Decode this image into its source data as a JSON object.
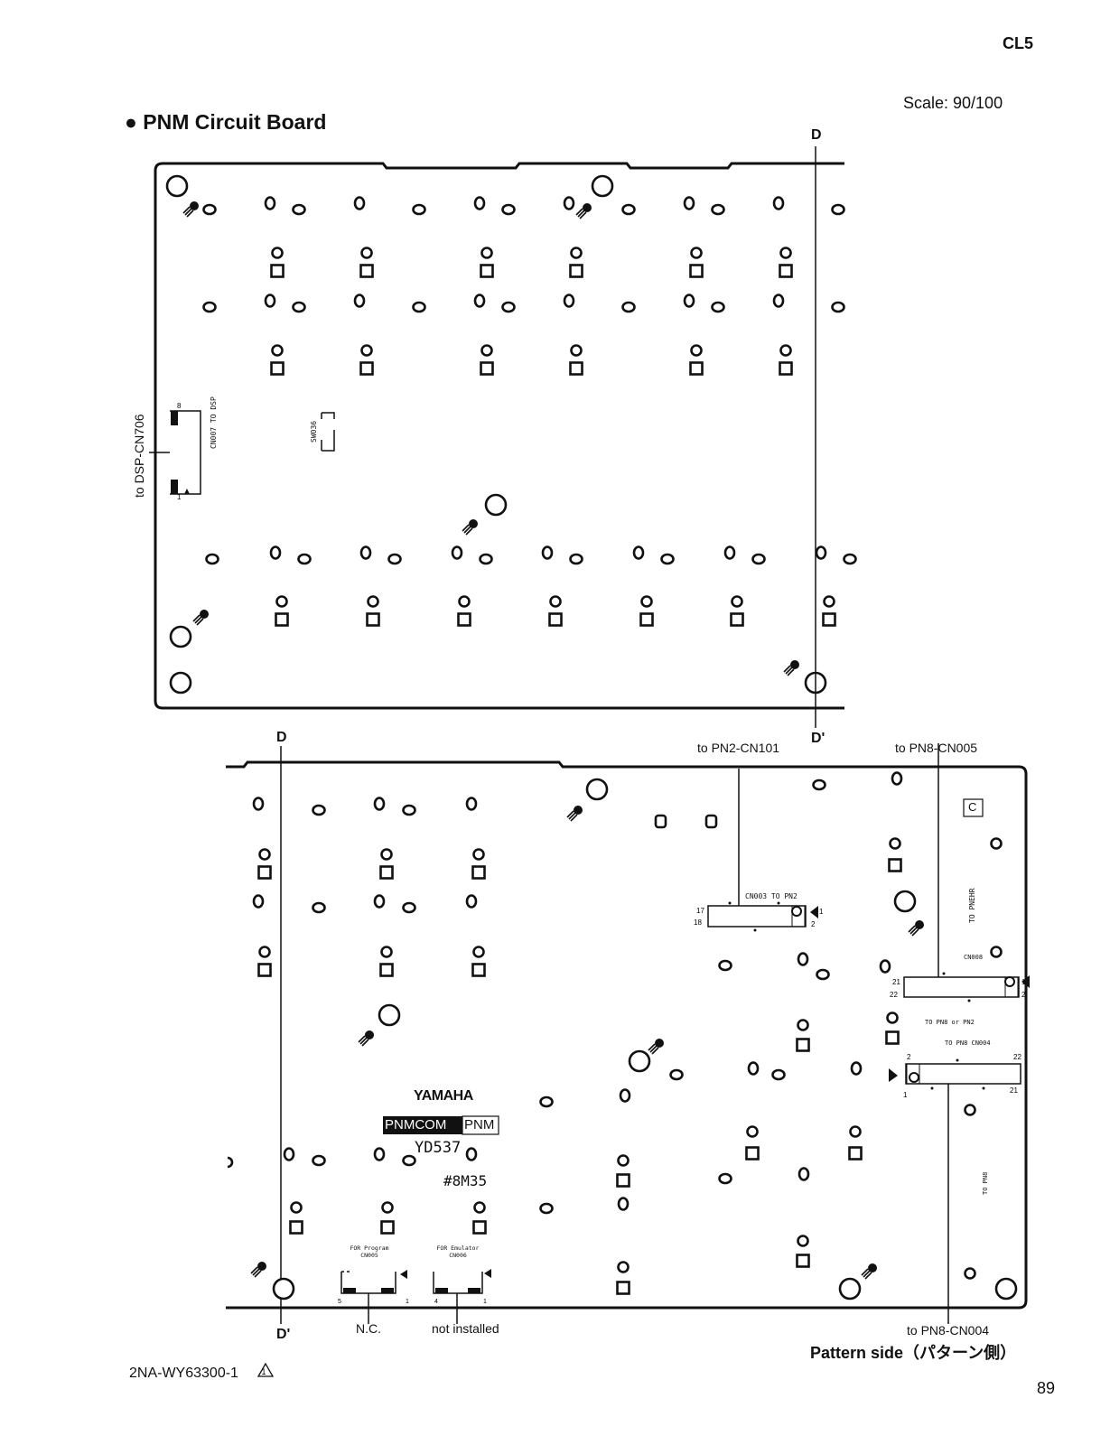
{
  "header": {
    "model": "CL5",
    "scale": "Scale: 90/100",
    "page_number": "89",
    "doc_code": "2NA-WY63300-1"
  },
  "title": "PNM Circuit Board",
  "labels": {
    "section_d_top": "D",
    "section_d_prime_top": "D'",
    "section_d_bottom": "D",
    "section_d_prime_bottom": "D'",
    "to_dsp": "to DSP-CN706",
    "to_pn2_cn101": "to PN2-CN101",
    "to_pn8_cn005": "to PN8-CN005",
    "to_pn8_cn004": "to PN8-CN004",
    "nc": "N.C.",
    "not_installed": "not installed",
    "pattern_side": "Pattern side（パターン側）"
  },
  "silkscreen": {
    "cn007": "CN007  TO DSP",
    "sw036": "SW036",
    "cn003": "CN003   TO PN2",
    "cn008": "CN008",
    "to_pnehr": "TO PNEHR",
    "to_pn8_or_pn2": "TO PN8 or PN2",
    "cn004": "TO PN8   CN004",
    "to_pn8": "TO PN8",
    "yamaha": "YAMAHA",
    "pnmcom": "PNMCOM",
    "pnm": "PNM",
    "yd537": "YD537",
    "code": "#8M35",
    "cn005": "FOR Program CN005",
    "cn006": "FOR Emulator CN006",
    "c_mark": "C"
  }
}
